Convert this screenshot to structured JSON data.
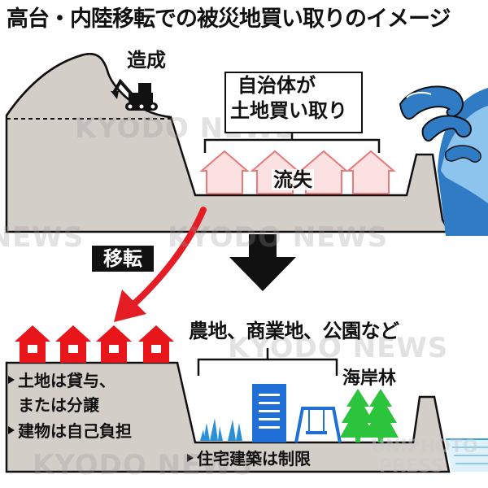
{
  "title": "高台・内陸移転での被災地買い取りのイメージ",
  "top_scene": {
    "label_construction": "造成",
    "label_buyout_line1": "自治体が",
    "label_buyout_line2": "土地買い取り",
    "label_washed_away": "流失"
  },
  "arrow_label": "移転",
  "bottom_scene": {
    "label_land_use": "農地、商業地、公園など",
    "label_coastal_forest": "海岸林",
    "left_notes": [
      "土地は貸与、",
      "または分譲",
      "建物は自己負担"
    ],
    "bottom_note": "住宅建築は制限"
  },
  "watermarks": {
    "agency": "KYODO NEWS",
    "press_line1": "UNIPHOTO",
    "press_line2": "PRESS"
  },
  "colors": {
    "ground": "#d4cec9",
    "house_red": "#e8151b",
    "arrow_red": "#e31d23",
    "ghost_arrow": "#fbe1e1",
    "building_blue": "#1f6fd6",
    "tree_green": "#2bc43c",
    "wave_blue": "#2f7bc4",
    "sea_light": "#dff2fb"
  },
  "icons": [
    "excavator-icon",
    "tsunami-wave-icon",
    "house-icon",
    "office-building-icon",
    "swing-icon",
    "tree-icon",
    "grass-icon",
    "down-arrow-icon"
  ]
}
